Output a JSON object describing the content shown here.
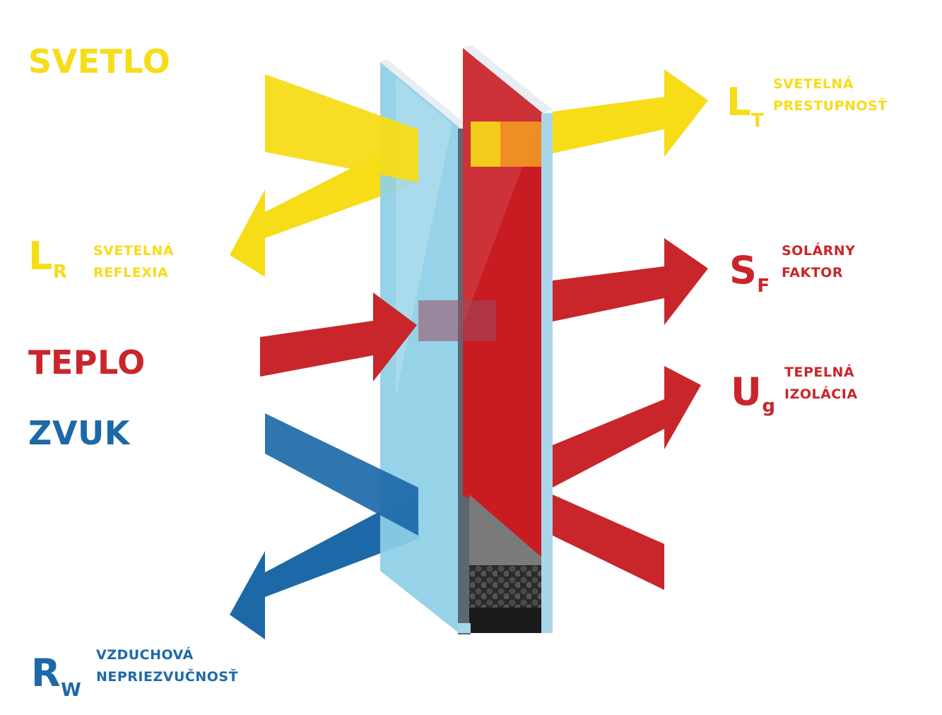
{
  "colors": {
    "light": "#f7dc18",
    "heat": "#c8262b",
    "sound": "#1d69a8",
    "glass": "#8ecfe6",
    "coating": "#c81b22",
    "spacer": "#5b6874"
  },
  "left": {
    "light_title": "SVETLO",
    "heat_title": "TEPLO",
    "sound_title": "ZVUK"
  },
  "lr": {
    "symbol": "L",
    "subscript": "R",
    "line1": "SVETELNÁ",
    "line2": "REFLEXIA"
  },
  "lt": {
    "symbol": "L",
    "subscript": "T",
    "line1": "SVETELNÁ",
    "line2": "PRESTUPNOSŤ"
  },
  "sf": {
    "symbol": "S",
    "subscript": "F",
    "line1": "SOLÁRNY",
    "line2": "FAKTOR"
  },
  "ug": {
    "symbol": "U",
    "subscript": "g",
    "line1": "TEPELNÁ",
    "line2": "IZOLÁCIA"
  },
  "rw": {
    "symbol": "R",
    "subscript": "W",
    "line1": "VZDUCHOVÁ",
    "line2": "NEPRIEZVUČNOSŤ"
  }
}
